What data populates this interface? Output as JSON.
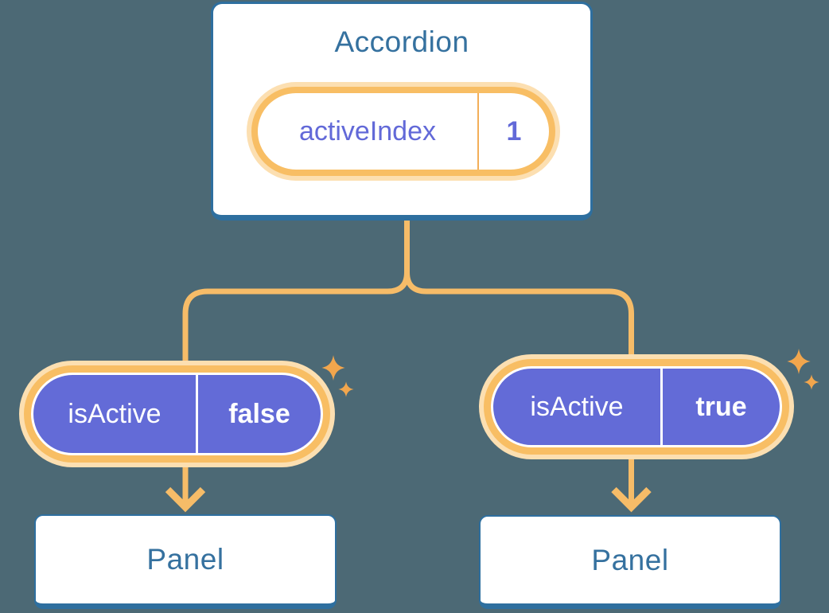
{
  "canvas": {
    "background": "#4C6975"
  },
  "colors": {
    "box_border_blue": "#2E6F9F",
    "heading_blue": "#35719F",
    "purple_fill": "#636BD7",
    "purple_text": "#6269D8",
    "connector_orange": "#F6BC68",
    "ring_orange": "#F8BE64",
    "halo_orange": "#FCDFB1",
    "sparkle_orange": "#F2A64D"
  },
  "accordion": {
    "title": "Accordion",
    "state_pill": {
      "label": "activeIndex",
      "value": "1"
    }
  },
  "children": [
    {
      "prop_pill": {
        "label": "isActive",
        "value": "false"
      },
      "panel_label": "Panel"
    },
    {
      "prop_pill": {
        "label": "isActive",
        "value": "true"
      },
      "panel_label": "Panel"
    }
  ],
  "icons": {
    "sparkle": "sparkle-icon",
    "arrow": "arrow-down-icon",
    "connector": "tree-connector"
  }
}
